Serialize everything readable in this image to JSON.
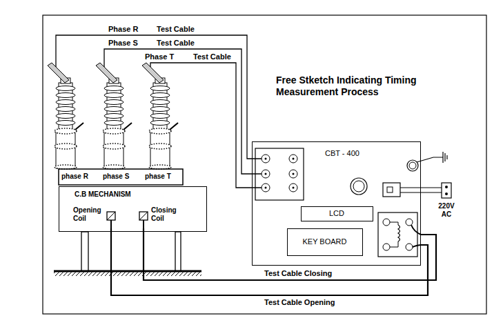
{
  "diagram": {
    "title": "Free Stketch Indicating Timing Measurement Process",
    "nodes": [
      {
        "text": [
          "C.B MECHANISM"
        ]
      },
      {
        "text": [
          "Opening Coil"
        ],
        "in": 0
      },
      {
        "text": [
          "Closing Coil"
        ],
        "in": 0
      },
      {
        "text": [
          "CBT - 400"
        ]
      },
      {
        "text": [
          "LCD"
        ],
        "in": 3
      },
      {
        "text": [
          "KEY BOARD"
        ],
        "in": 3
      }
    ],
    "edges": [
      {
        "from": 2,
        "to": 3,
        "arrow": "none",
        "label": "Test Cable Closing"
      },
      {
        "from": 1,
        "to": 3,
        "arrow": "none",
        "label": "Test Cable Opening"
      }
    ],
    "labels": [
      "Phase R",
      "Test Cable",
      "Phase S",
      "Test Cable",
      "Phase T",
      "Test Cable",
      "phase R",
      "phase S",
      "phase T",
      "220V AC"
    ]
  }
}
